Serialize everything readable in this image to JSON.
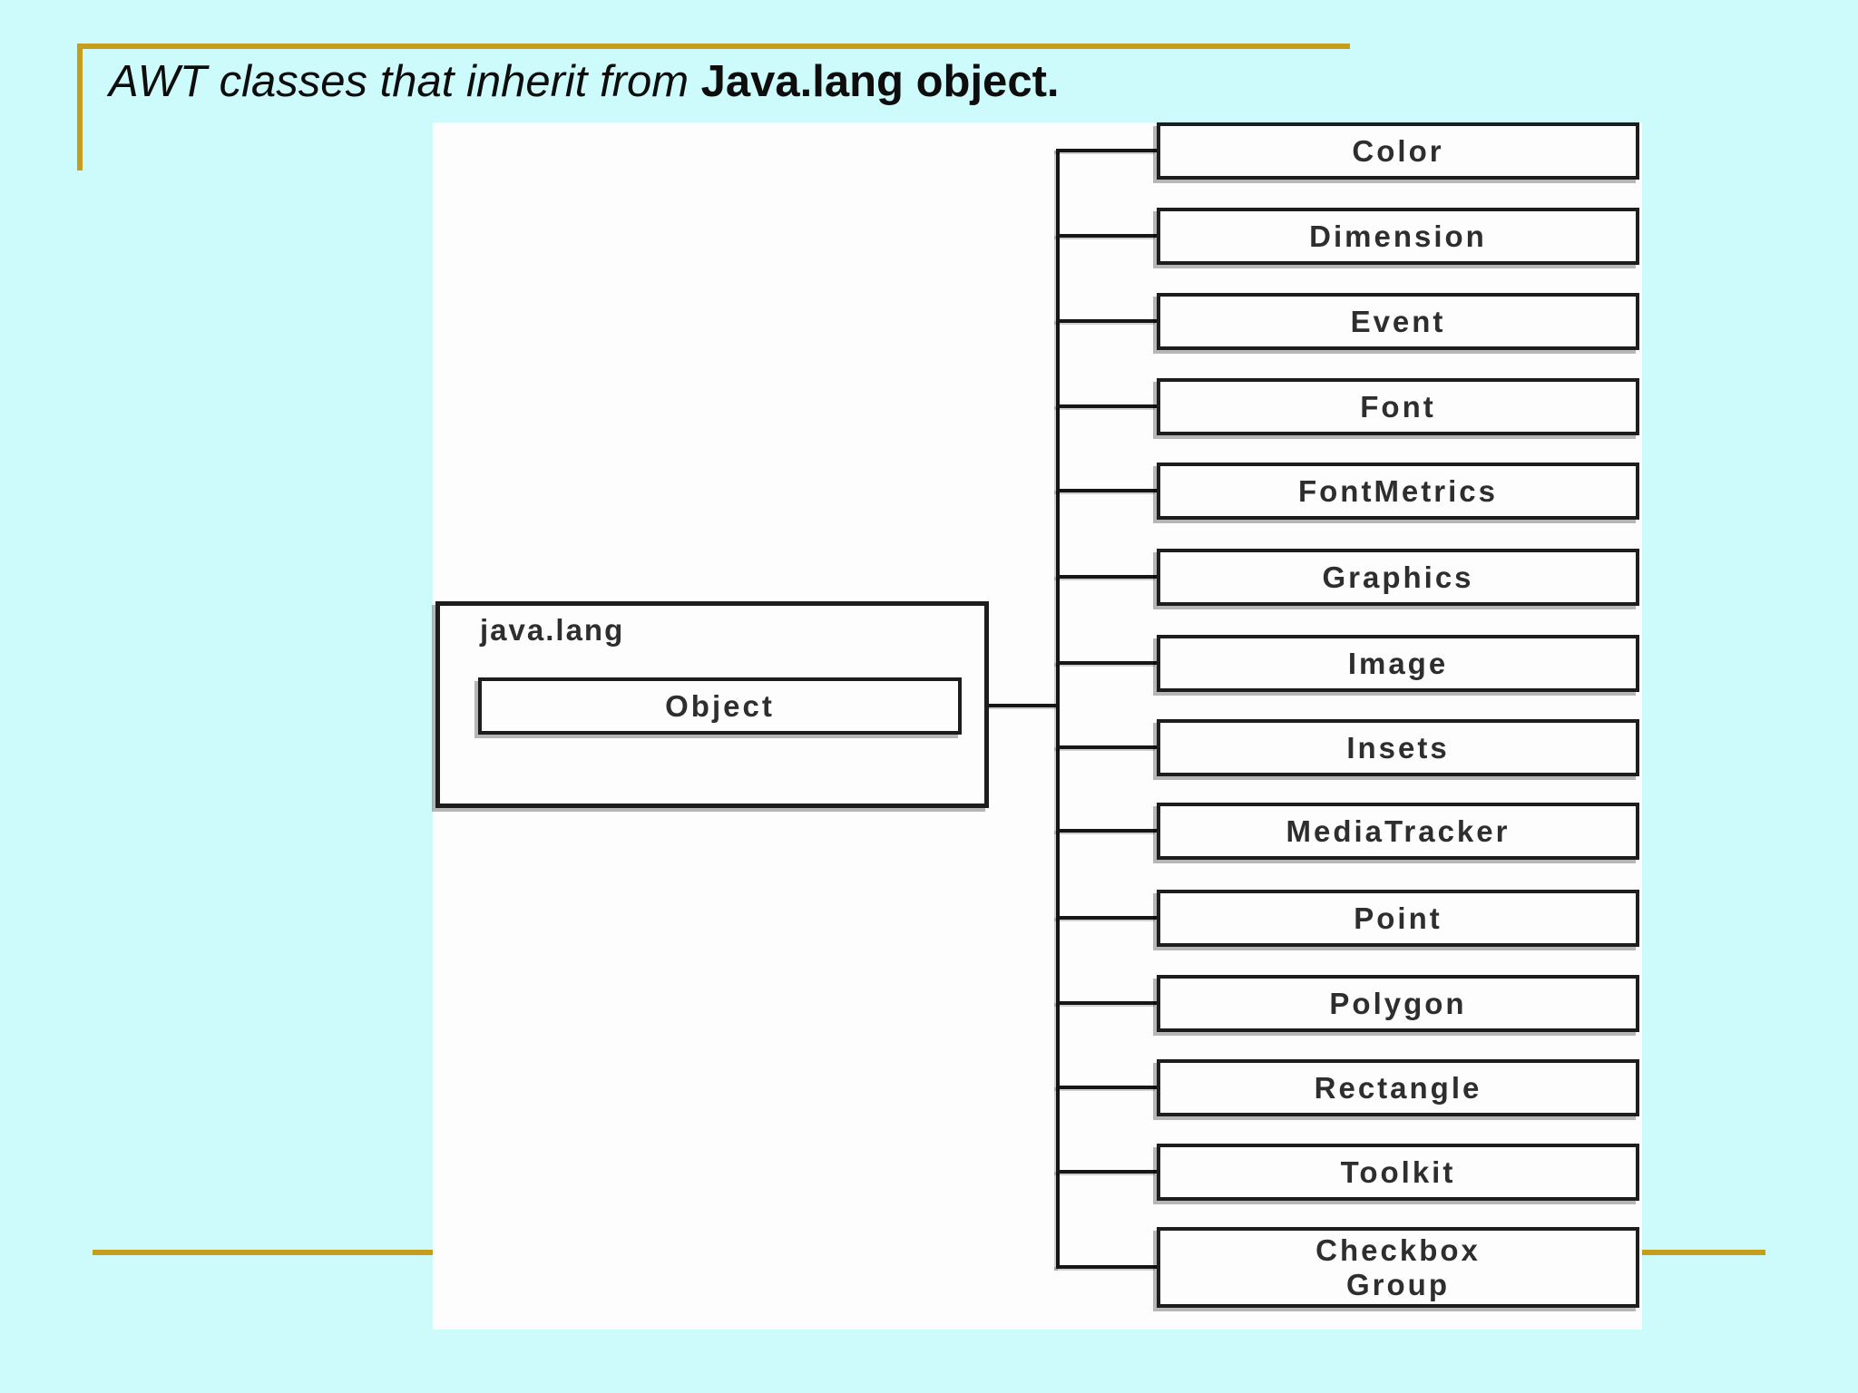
{
  "slide": {
    "title_italic": "AWT classes that inherit from ",
    "title_bold": "Java.lang object."
  },
  "diagram": {
    "package_label": "java.lang",
    "root_class_label": "Object",
    "child_class_labels": [
      "Color",
      "Dimension",
      "Event",
      "Font",
      "FontMetrics",
      "Graphics",
      "Image",
      "Insets",
      "MediaTracker",
      "Point",
      "Polygon",
      "Rectangle",
      "Toolkit",
      "Checkbox\nGroup"
    ]
  },
  "colors": {
    "background": "#cdfafa",
    "accent_line": "#c79d1d",
    "panel": "#fdfdfd",
    "box_border": "#1d1d1d",
    "box_text": "#2e2e2e",
    "title_text": "#0d0d0d",
    "connector_line": "#161616"
  }
}
